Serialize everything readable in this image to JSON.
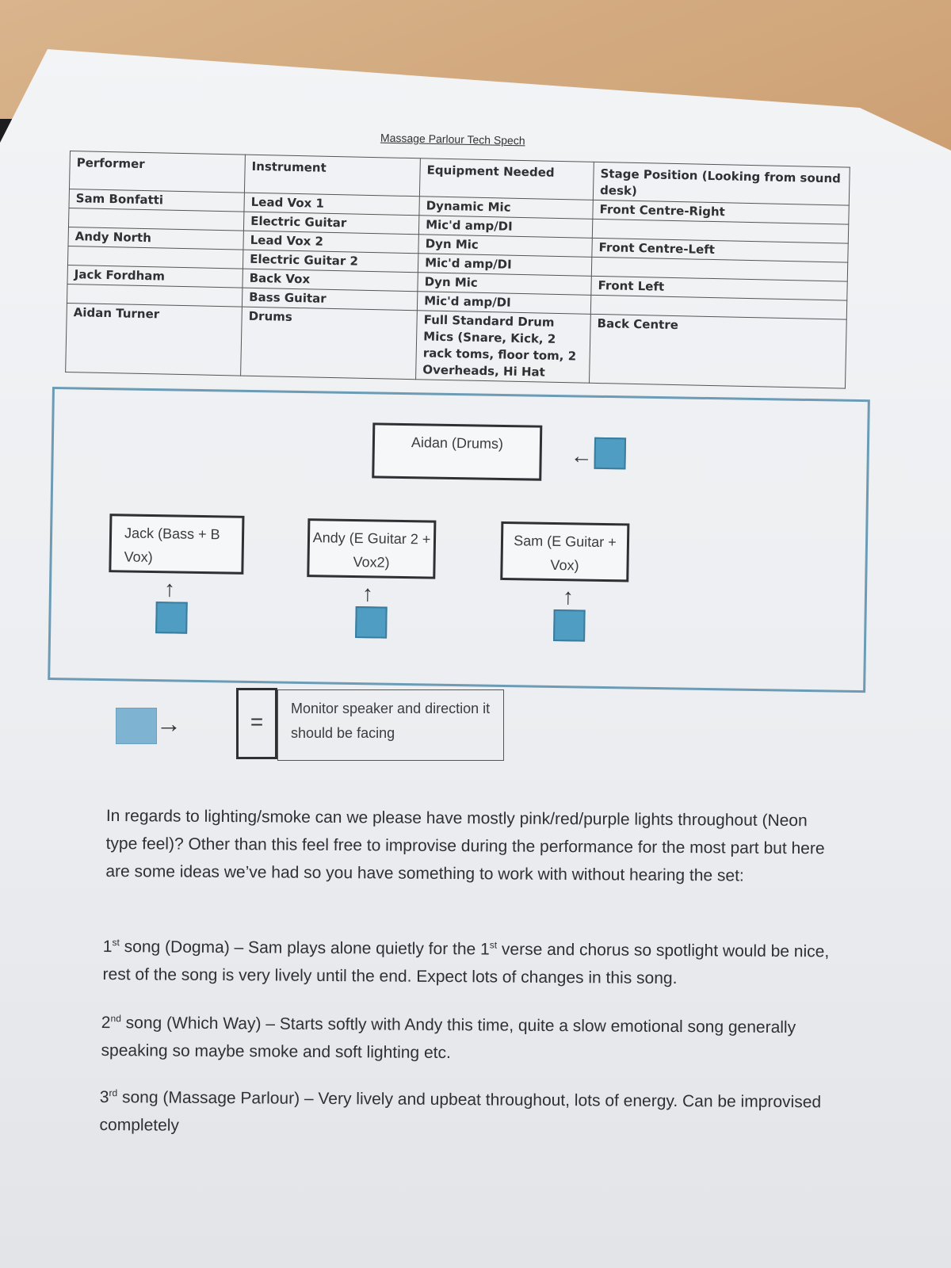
{
  "title": "Massage Parlour Tech Spech",
  "table": {
    "headers": [
      "Performer",
      "Instrument",
      "Equipment Needed",
      "Stage Position (Looking from sound desk)"
    ],
    "rows": [
      [
        "Sam Bonfatti",
        "Lead Vox 1",
        "Dynamic Mic",
        "Front Centre-Right"
      ],
      [
        "",
        "Electric Guitar",
        "Mic'd amp/DI",
        ""
      ],
      [
        "Andy North",
        "Lead Vox 2",
        "Dyn Mic",
        "Front Centre-Left"
      ],
      [
        "",
        "Electric Guitar 2",
        "Mic'd amp/DI",
        ""
      ],
      [
        "Jack Fordham",
        "Back Vox",
        "Dyn Mic",
        "Front Left"
      ],
      [
        "",
        "Bass Guitar",
        "Mic'd amp/DI",
        ""
      ],
      [
        "Aidan Turner",
        "Drums",
        "Full Standard Drum Mics (Snare, Kick, 2 rack toms, floor tom, 2 Overheads, Hi Hat",
        "Back Centre"
      ]
    ]
  },
  "stage_plot": {
    "drums": "Aidan (Drums)",
    "jack": "Jack (Bass + B Vox)",
    "andy": "Andy (E Guitar 2 + Vox2)",
    "sam": "Sam (E Guitar + Vox)",
    "speaker_color": "#4f9dc2",
    "border_color": "#6c9bb5"
  },
  "legend": {
    "equals": "=",
    "text": "Monitor speaker and direction it should be facing"
  },
  "intro": "In regards to lighting/smoke can we please have mostly pink/red/purple lights throughout (Neon type feel)? Other than this feel free to improvise during the performance for the most part but here are some ideas we’ve had so you have something to work with without hearing the set:",
  "songs": [
    {
      "num": "1",
      "ord": "st",
      "text_a": " song (Dogma) – Sam plays alone quietly for the 1",
      "ord2": "st",
      "text_b": " verse and chorus so spotlight would be nice, rest of the song is very lively until the end. Expect lots of changes in this song."
    },
    {
      "num": "2",
      "ord": "nd",
      "text_a": " song (Which Way) – Starts softly with Andy this time, quite a slow emotional song generally speaking so maybe smoke and soft lighting etc."
    },
    {
      "num": "3",
      "ord": "rd",
      "text_a": " song (Massage Parlour) – Very lively and upbeat throughout, lots of energy. Can be improvised completely"
    }
  ]
}
